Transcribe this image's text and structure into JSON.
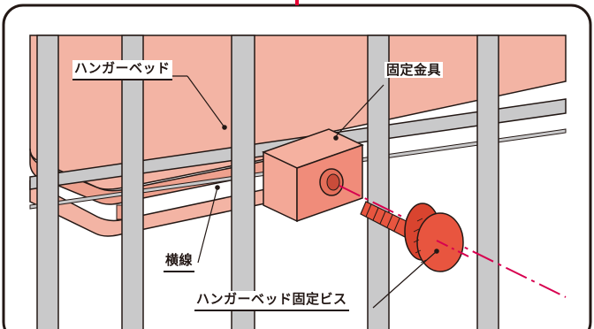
{
  "labels": {
    "hanger_bed": "ハンガーベッド",
    "fixing_bracket": "固定金具",
    "cross_bar": "横線",
    "hanger_bed_screw": "ハンガーベッド固定ビス"
  },
  "colors": {
    "frame_outline": "#231815",
    "frame_accent": "#e60033",
    "hanger_bed_fill": "#f3b4a4",
    "hanger_bed_edge": "#e08f7c",
    "bar_fill": "#c9c9ca",
    "bracket_fill": "#f08c7a",
    "screw_fill": "#e8553f",
    "screw_axis": "#d7004f"
  }
}
